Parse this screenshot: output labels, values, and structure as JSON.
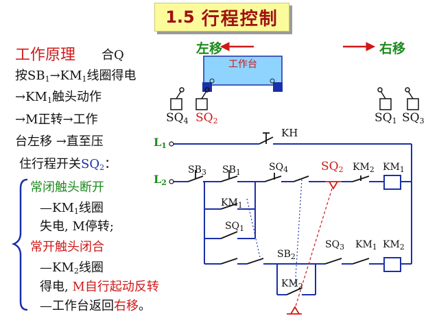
{
  "title": {
    "number": "1.5",
    "text": "行程控制"
  },
  "principle": {
    "heading": "工作原理",
    "close_q": "合Q",
    "line1_pre": "按SB",
    "line1_sub": "1",
    "line1_mid": "→KM",
    "line1_sub2": "1",
    "line1_post": "线圈得电",
    "line2_pre": "→KM",
    "line2_sub": "1",
    "line2_post": "触头动作",
    "line3": "→M正转→工作",
    "line4": "台左移 →直至压",
    "line5_pre": "住行程开关",
    "line5_sq": "SQ",
    "line5_sub": "2",
    "line5_post": "：",
    "nc_heading": "常闭触头断开",
    "nc_line1_pre": "—KM",
    "nc_line1_sub": "1",
    "nc_line1_post": "线圈",
    "nc_line2": "失电, M停转;",
    "no_heading": "常开触头闭合",
    "no_line1_pre": "—KM",
    "no_line1_sub": "2",
    "no_line1_post": "线圈",
    "no_line2_pre": "得电, ",
    "no_line2_red": "M自行起动反转",
    "no_line3_pre": "—工作台返回",
    "no_line3_red": "右移",
    "no_line3_post": "。"
  },
  "motion": {
    "left_label": "左移",
    "right_label": "右移",
    "table_label": "工作台"
  },
  "switch_labels": {
    "sq4": "SQ",
    "sq4_sub": "4",
    "sq2": "SQ",
    "sq2_sub": "2",
    "sq1": "SQ",
    "sq1_sub": "1",
    "sq3": "SQ",
    "sq3_sub": "3"
  },
  "circuit": {
    "l1": "L",
    "l1_sub": "1",
    "l2": "L",
    "l2_sub": "2",
    "kh": "KH",
    "sb3": "SB",
    "sb3_sub": "3",
    "sb1": "SB",
    "sb1_sub": "1",
    "sq4": "SQ",
    "sq4_sub": "4",
    "sq2": "SQ",
    "sq2_sub": "2",
    "km2_top": "KM",
    "km2_top_sub": "2",
    "km1_coil": "KM",
    "km1_coil_sub": "1",
    "km1_hold": "KM",
    "km1_hold_sub": "1",
    "sq1": "SQ",
    "sq1_sub": "1",
    "sb2": "SB",
    "sb2_sub": "2",
    "sq3": "SQ",
    "sq3_sub": "3",
    "km1_bot": "KM",
    "km1_bot_sub": "1",
    "km2_coil": "KM",
    "km2_coil_sub": "2",
    "km2_hold": "KM",
    "km2_hold_sub": "2"
  },
  "colors": {
    "title_bg": "#fbfb9c",
    "red": "#d01818",
    "blue": "#1a2fa8",
    "green": "#1c8a1c",
    "table": "#8fd3ff"
  }
}
